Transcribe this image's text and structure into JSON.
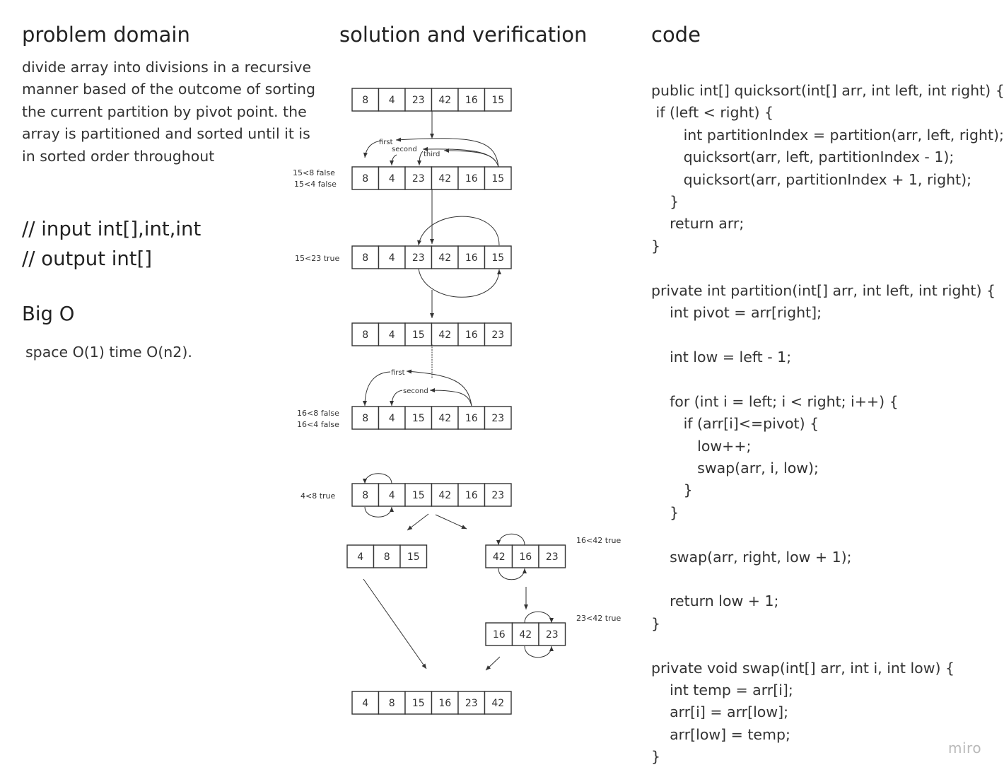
{
  "problem": {
    "heading": "problem domain",
    "description": "divide array into divisions in a recursive manner based of the outcome of sorting the current partition by pivot point. the array is partitioned and sorted until it is in sorted order throughout",
    "input": "// input  int[],int,int",
    "output": "// output int[]",
    "bigo_title": "Big O",
    "bigo_text": "space O(1) time O(n2)."
  },
  "solution": {
    "heading": "solution and verification",
    "row1": [
      "8",
      "4",
      "23",
      "42",
      "16",
      "15"
    ],
    "row2": [
      "8",
      "4",
      "23",
      "42",
      "16",
      "15"
    ],
    "row3": [
      "8",
      "4",
      "23",
      "42",
      "16",
      "15"
    ],
    "row4": [
      "8",
      "4",
      "15",
      "42",
      "16",
      "23"
    ],
    "row5": [
      "8",
      "4",
      "15",
      "42",
      "16",
      "23"
    ],
    "row6": [
      "8",
      "4",
      "15",
      "42",
      "16",
      "23"
    ],
    "left_split": [
      "4",
      "8",
      "15"
    ],
    "right_split": [
      "42",
      "16",
      "23"
    ],
    "right_split2": [
      "16",
      "42",
      "23"
    ],
    "final": [
      "4",
      "8",
      "15",
      "16",
      "23",
      "42"
    ],
    "notes": {
      "n1a": "15<8  false",
      "n1b": "15<4 false",
      "n2": "15<23 true",
      "n3a": "16<8 false",
      "n3b": "16<4 false",
      "n4": "4<8 true",
      "n5": "16<42 true",
      "n6": "23<42 true"
    },
    "labels": {
      "first": "first",
      "second": "second",
      "third": "third",
      "first2": "first",
      "second2": "second"
    }
  },
  "code": {
    "heading": "code",
    "lines": [
      "public int[] quicksort(int[] arr, int left, int right) {",
      " if (left < right) {",
      "       int partitionIndex = partition(arr, left, right);",
      "       quicksort(arr, left, partitionIndex - 1);",
      "       quicksort(arr, partitionIndex + 1, right);",
      "    }",
      "    return arr;",
      "}",
      "",
      "private int partition(int[] arr, int left, int right) {",
      "    int pivot = arr[right];",
      "",
      "    int low = left - 1;",
      "",
      "    for (int i = left; i < right; i++) {",
      "       if (arr[i]<=pivot) {",
      "          low++;",
      "          swap(arr, i, low);",
      "       }",
      "    }",
      "",
      "    swap(arr, right, low + 1);",
      "",
      "    return low + 1;",
      "}",
      "",
      "private void swap(int[] arr, int i, int low) {",
      "    int temp = arr[i];",
      "    arr[i] = arr[low];",
      "    arr[low] = temp;",
      "}"
    ]
  },
  "brand": "miro"
}
